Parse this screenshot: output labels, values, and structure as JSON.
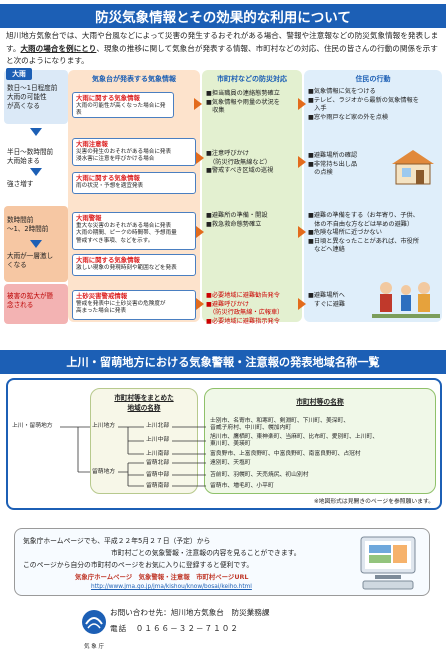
{
  "title1": "防災気象情報とその効果的な利用について",
  "intro": {
    "p1": "旭川地方気象台では、大雨や台風などによって災害の発生するおそれがある場合、警報や注意報などの防災気象情報を発表します。",
    "p1u": "大雨の場合を例にとり",
    "p1b": "、現象の推移に関して気象台が発表する情報、市町村などの対応、住民の皆さんの行動の関係を示すと次のようになります。"
  },
  "flow": {
    "col_header_flag": "大雨",
    "col1_header": "気象台が発表する気象情報",
    "col2_header": "市町村などの防災対応",
    "col3_header": "住民の行動",
    "stages": [
      {
        "text": "数日〜1日程度前\n大雨の可能性\nが高くなる"
      },
      {
        "text": "半日〜数時間前\n大雨始まる"
      },
      {
        "text": "強さ増す"
      },
      {
        "text": "数時間前\n〜1、2時間前"
      },
      {
        "text": "大雨が一層激し\nくなる"
      },
      {
        "text": "被害の拡大が懸\n念される"
      }
    ],
    "info": [
      {
        "t": "大雨に関する気象情報",
        "d": "大雨の可能性が高くなった場合に発表"
      },
      {
        "t": "大雨注意報",
        "d": "災害の発生のおそれがある場合に発表\n浸水害に注意を呼びかける場合"
      },
      {
        "t": "大雨に関する気象情報",
        "d": "雨の状況・予想を適宜発表"
      },
      {
        "t": "大雨警報",
        "d": "重大な災害のおそれがある場合に発表\n大雨の期間、ピークの時間帯、予想雨量\n警戒すべき事項、などを示す。"
      },
      {
        "t": "大雨に関する気象情報",
        "d": "激しい現象の発現時刻や範囲などを発表"
      },
      {
        "t": "土砂災害警戒情報",
        "d": "警戒を発表中に土砂災害の危険度が\n高まった場合に発表"
      }
    ],
    "city": [
      "■担当職員の連絡態勢確立\n■気象情報や雨量の状況を\n　収集",
      "■注意呼びかけ\n　（防災行政無線など）\n■警戒すべき区域の巡視",
      "■避難所の準備・開設\n■救急救命態勢確立",
      "■必要地域に避難勧告発令\n■避難呼びかけ\n　（防災行政無線・広報車）\n■必要地域に避難指示発令"
    ],
    "resident": [
      "■気象情報に気をつける\n■テレビ、ラジオから最新の気象情報を\n　入手\n■窓や雨戸など家の外を点検",
      "■避難場所の確認\n■非常持ち出し品\n　の点検",
      "■避難の準備をする（お年寄り、子供、\n　体の不自由な方などは早めの避難）\n■危険な場所に近づかない\n■日頃と異なったことがあれば、市役所\n　などへ連絡",
      "■避難場所へ\n　すぐに避難"
    ]
  },
  "title2": "上川・留萌地方における気象警報・注意報の発表地域名称一覧",
  "areas": {
    "col_a_header": "市町村等をまとめた\n地域の名称",
    "col_b_header": "市町村等の名称",
    "root": "上川・留萌地方",
    "groups": [
      {
        "name": "上川地方",
        "subs": [
          {
            "name": "上川北部",
            "muns": "士別市、名寄市、和寒町、剣淵町、下川町、美深町、\n音威子府村、中川町、幌加内町"
          },
          {
            "name": "上川中部",
            "muns": "旭川市、鷹栖町、東神楽町、当麻町、比布町、愛別町、上川町、\n東川町、美瑛町"
          },
          {
            "name": "上川南部",
            "muns": "富良野市、上富良野町、中富良野町、南富良野町、占冠村"
          }
        ]
      },
      {
        "name": "留萌地方",
        "subs": [
          {
            "name": "留萌北部",
            "muns": "遠別町、天塩町"
          },
          {
            "name": "留萌中部",
            "muns": "苫前町、羽幌町、天売焼尻、初山別村"
          },
          {
            "name": "留萌南部",
            "muns": "留萌市、増毛町、小平町"
          }
        ]
      }
    ],
    "note": "※地図形式は見開きのページを参照願います。"
  },
  "web": {
    "line1": "気象庁ホームページでも、平成２２年5月２７日（予定）から",
    "line2": "市町村ごとの気象警報・注意報の内容を見ることができます。",
    "line3": "このページから自分の市町村のページをお気に入りに登録すると便利です。",
    "line4": "気象庁ホームページ　気象警報・注意報　市町村ページURL",
    "url": "http://www.jma.go.jp/jma/kishou/know/bosai/keiho.html"
  },
  "contact": {
    "line1": "お問い合わせ先：旭川地方気象台　防災業務課",
    "line2": "電話　０１６６－３２－７１０２",
    "logo_text": "気 象 庁"
  },
  "colors": {
    "banner": "#1c5fb5",
    "col1": "#fde3cc",
    "col2": "#e3f0d0",
    "col3": "#dfeefa",
    "alert": "#d22222"
  }
}
